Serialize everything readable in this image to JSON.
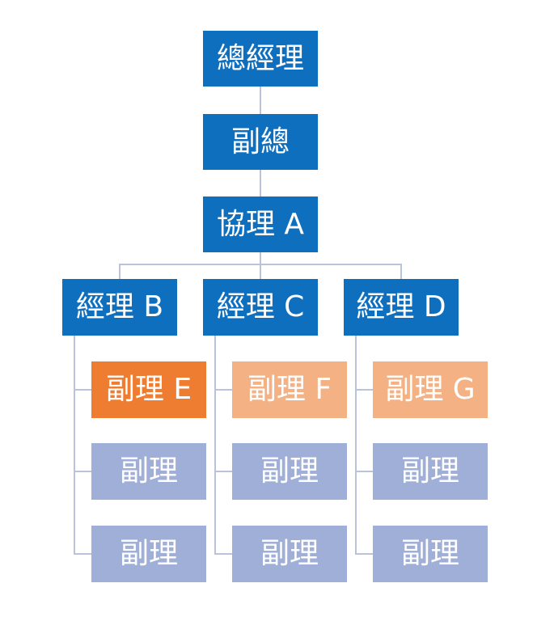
{
  "org_chart": {
    "general_manager": "總經理",
    "deputy_general": "副總",
    "assistant_manager_a": "協理 A",
    "managers": [
      "經理 B",
      "經理 C",
      "經理 D"
    ],
    "deputy_highlight": [
      "副理 E",
      "副理 F",
      "副理 G"
    ],
    "deputy_generic": [
      "副理",
      "副理",
      "副理",
      "副理",
      "副理",
      "副理"
    ]
  },
  "colors": {
    "primary_blue": "#0f6fbf",
    "highlight_orange": "#ee7d31",
    "light_peach": "#f3b184",
    "lavender": "#a0afd8",
    "connector": "#b9c4dc",
    "text": "#ffffff"
  }
}
